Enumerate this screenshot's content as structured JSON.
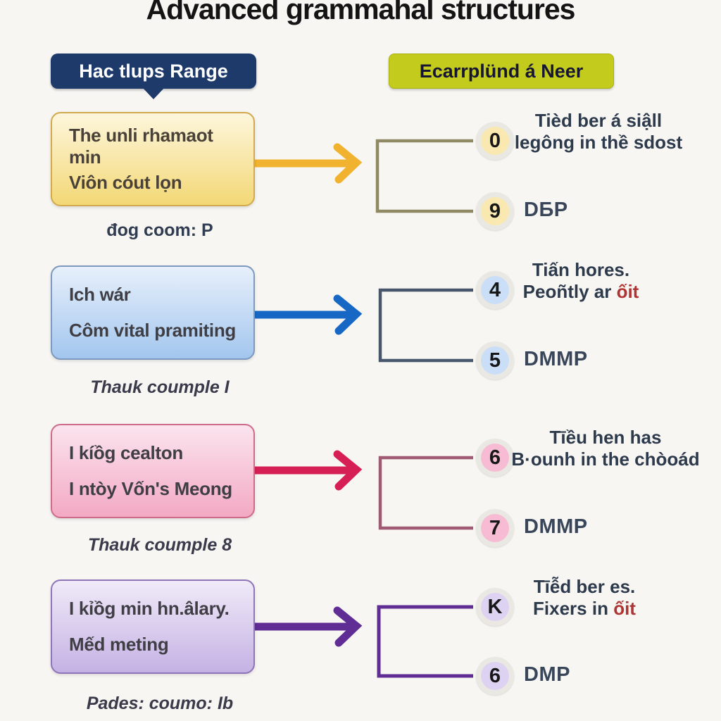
{
  "title": "Advanced grammahal structures",
  "headers": {
    "left": "Hac tlups Range",
    "right": "Ecarrplünd á Neer"
  },
  "rows": [
    {
      "box": {
        "line1": "The unli rhamaot min",
        "line2": "Viôn cóut lọn"
      },
      "caption": "đog coom: P",
      "item1": {
        "badge": "0",
        "line1": "Tièd ber á siậll",
        "line2": "legông in thề sdost",
        "line2_red": ""
      },
      "item2": {
        "badge": "9",
        "label": "DБP"
      }
    },
    {
      "box": {
        "line1": "Ich wár",
        "line2": "Côm vital pramiting"
      },
      "caption": "Thauk coumple I",
      "item1": {
        "badge": "4",
        "line1": "Tiấn hores.",
        "line2": "Peoñtly ar ",
        "line2_red": "ốit"
      },
      "item2": {
        "badge": "5",
        "label": "DMMP"
      }
    },
    {
      "box": {
        "line1": "I kíồg cealton",
        "line2": "I ntòy Vốn's Meong"
      },
      "caption": "Thauk coumple 8",
      "item1": {
        "badge": "6",
        "line1": "Tīều hen has",
        "line2": "B·ounh in the chòoád",
        "line2_red": ""
      },
      "item2": {
        "badge": "7",
        "label": "DMMP"
      }
    },
    {
      "box": {
        "line1": "I kỉồg min hn.âlary.",
        "line2": "Mếd meting"
      },
      "caption": "Pades: coumo: Ib",
      "item1": {
        "badge": "K",
        "line1": "Tīễd ber es.",
        "line2": "Fixers in ",
        "line2_red": "ốit"
      },
      "item2": {
        "badge": "6",
        "label": "DMP"
      }
    }
  ],
  "colors": {
    "background": "#f7f6f3",
    "title_text": "#141414",
    "left_header_bg": "#1d3a6b",
    "left_header_text": "#ffffff",
    "right_header_bg": "#c3cb1d",
    "right_header_text": "#161632",
    "row_arrow_colors": [
      "#f1b32f",
      "#1668c4",
      "#d62055",
      "#5f2d93"
    ],
    "row_bracket_colors": [
      "#8f8a63",
      "#47566b",
      "#a15a74",
      "#5f2d93"
    ],
    "box_fill_bottoms": [
      "#f3d876",
      "#a3c6ee",
      "#f3a9c3",
      "#c5b2e4"
    ],
    "badge_fills": [
      "#f9e8af",
      "#cadef7",
      "#f7bcd3",
      "#ded2f2"
    ],
    "red_accent_text": "#b03434"
  }
}
